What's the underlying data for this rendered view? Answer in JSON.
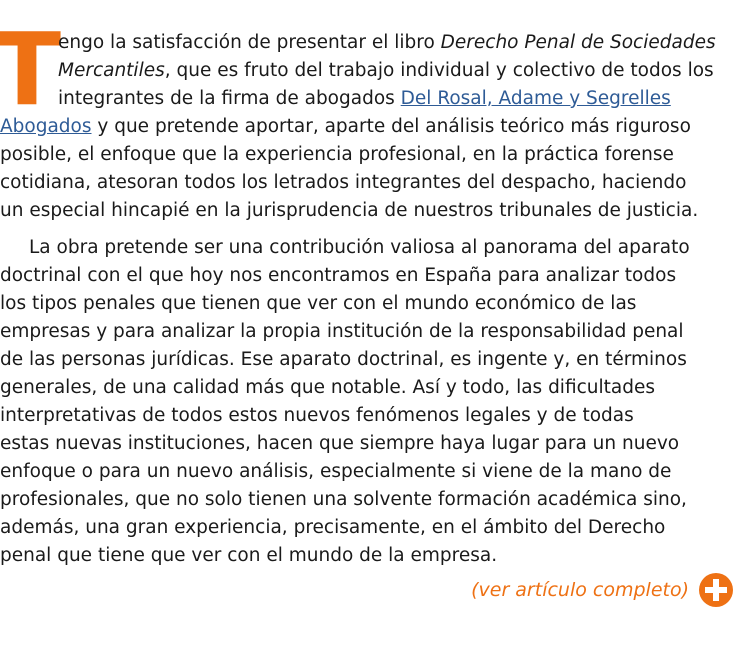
{
  "intro": {
    "dropcap": "T",
    "line1": "engo la satisfacción de presentar el libro ",
    "book_title_1": "Derecho Penal de Sociedades",
    "book_title_2": "Mercantiles",
    "line2_rest": ", que es fruto del trabajo individual y colectivo de todos los",
    "line3": "integrantes de la firma de abogados ",
    "firm_link_1": "Del Rosal, Adame y Segrelles ",
    "firm_link_2": "Abogados",
    "line4_rest": " y que pretende aportar, aparte del análisis teórico más riguroso",
    "line5": "posible, el enfoque que la experiencia profesional, en la práctica forense",
    "line6": "cotidiana, atesoran todos los letrados integrantes del despacho, haciendo",
    "line7": "un especial hincapié en la jurisprudencia de nuestros tribunales de justicia."
  },
  "body": {
    "lines": [
      "La obra pretende ser una contribución valiosa al panorama del aparato",
      "doctrinal con el que hoy nos encontramos en España para analizar todos",
      "los tipos penales que tienen que ver con el mundo económico de las",
      "empresas y para analizar la propia institución de la responsabilidad penal",
      "de las personas jurídicas. Ese aparato doctrinal, es ingente y, en términos",
      "generales, de una calidad más que notable. Así y todo, las dificultades",
      "interpretativas de todos estos nuevos fenómenos legales y de todas",
      "estas nuevas instituciones, hacen que siempre haya lugar para un nuevo",
      "enfoque o para un nuevo análisis, especialmente si viene de la mano de",
      "profesionales, que no solo tienen una solvente formación académica sino,",
      "además, una gran experiencia, precisamente, en el ámbito del Derecho",
      "penal que tiene que ver con el mundo de la empresa."
    ]
  },
  "more": {
    "label": "(ver artículo completo)",
    "icon": "plus-circle-icon"
  },
  "colors": {
    "accent": "#ee7114",
    "link": "#2e5b96",
    "text": "#1a1a1a"
  }
}
